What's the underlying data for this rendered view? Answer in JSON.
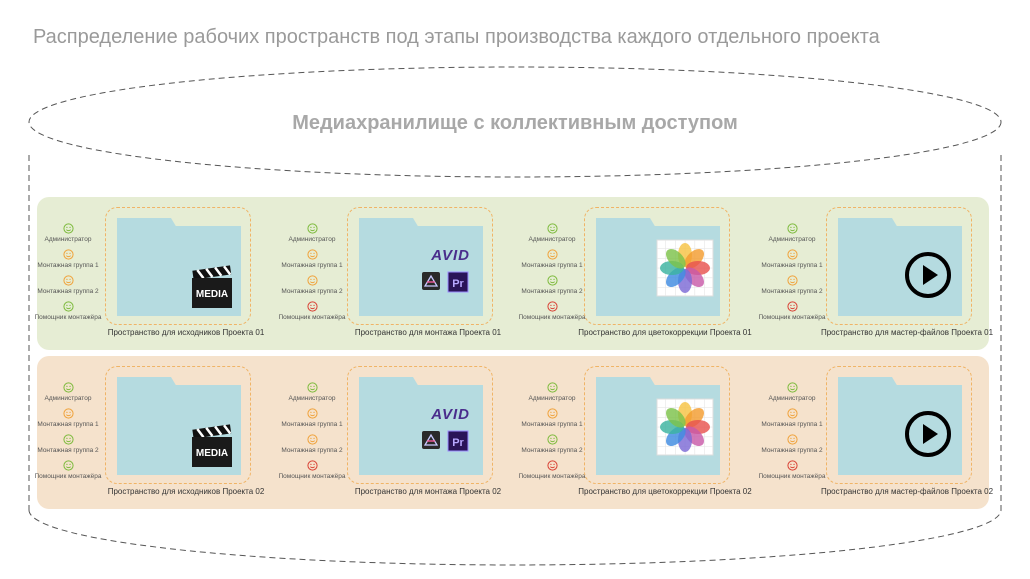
{
  "page_title": "Распределение рабочих пространств под этапы производства каждого отдельного проекта",
  "storage_title": "Медиахранилище с коллективным доступом",
  "colors": {
    "green_band": "#e6edd4",
    "orange_band": "#f5e2cc",
    "folder_fill": "#b5dbe0",
    "smiley_green": "#7dba3c",
    "smiley_orange": "#f0a23a",
    "smiley_red": "#d94135"
  },
  "role_labels": {
    "admin": "Администратор",
    "group1": "Монтажная группа 1",
    "group2": "Монтажная группа 2",
    "assistant": "Помощник монтажёра"
  },
  "rows": [
    {
      "workspaces": [
        {
          "label": "Пространство для исходников Проекта 01",
          "icon": "media-clapperboard-icon",
          "access": [
            "green",
            "orange",
            "orange",
            "green"
          ]
        },
        {
          "label": "Пространство для монтажа Проекта 01",
          "icon": "avid-premiere-finalcut-icon",
          "access": [
            "green",
            "orange",
            "orange",
            "red"
          ]
        },
        {
          "label": "Пространство для цветокоррекции Проекта 01",
          "icon": "photos-color-icon",
          "access": [
            "green",
            "orange",
            "green",
            "red"
          ]
        },
        {
          "label": "Пространство для мастер-файлов Проекта 01",
          "icon": "play-icon",
          "access": [
            "green",
            "orange",
            "orange",
            "red"
          ]
        }
      ]
    },
    {
      "workspaces": [
        {
          "label": "Пространство для исходников Проекта 02",
          "icon": "media-clapperboard-icon",
          "access": [
            "green",
            "orange",
            "green",
            "green"
          ]
        },
        {
          "label": "Пространство для монтажа Проекта 02",
          "icon": "avid-premiere-finalcut-icon",
          "access": [
            "green",
            "orange",
            "orange",
            "red"
          ]
        },
        {
          "label": "Пространство для цветокоррекции Проекта 02",
          "icon": "photos-color-icon",
          "access": [
            "green",
            "orange",
            "green",
            "red"
          ]
        },
        {
          "label": "Пространство для мастер-файлов Проекта 02",
          "icon": "play-icon",
          "access": [
            "green",
            "orange",
            "orange",
            "red"
          ]
        }
      ]
    }
  ],
  "icon_text": {
    "media": "MEDIA",
    "avid": "AVID",
    "premiere": "Pr"
  }
}
